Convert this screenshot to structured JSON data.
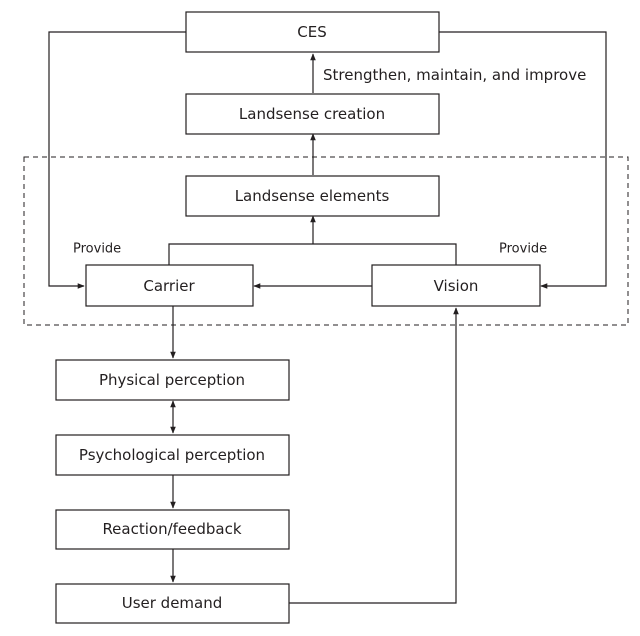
{
  "nodes": {
    "ces": "CES",
    "landsense_creation": "Landsense creation",
    "landsense_elements": "Landsense elements",
    "carrier": "Carrier",
    "vision": "Vision",
    "physical_perception": "Physical perception",
    "psychological_perception": "Psychological perception",
    "reaction_feedback": "Reaction/feedback",
    "user_demand": "User demand"
  },
  "labels": {
    "strengthen": "Strengthen, maintain, and improve",
    "provide_left": "Provide",
    "provide_right": "Provide"
  },
  "colors": {
    "stroke": "#231f20",
    "background": "#ffffff"
  }
}
